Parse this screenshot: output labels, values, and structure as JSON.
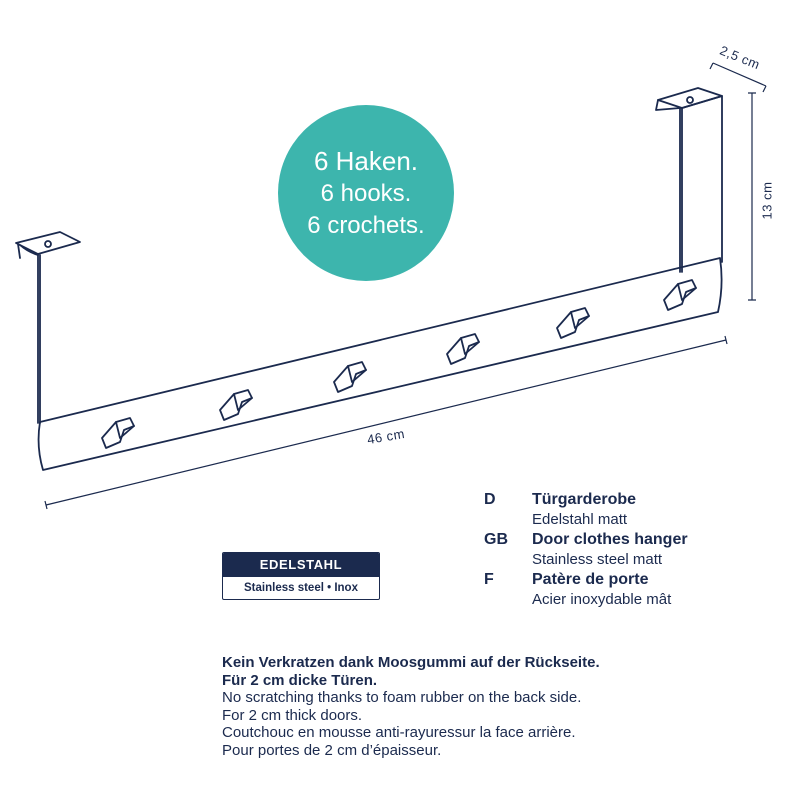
{
  "badge": {
    "line1": "6 Haken.",
    "line2": "6 hooks.",
    "line3": "6 crochets."
  },
  "dimensions": {
    "width": "46 cm",
    "depth": "2,5 cm",
    "height": "13 cm"
  },
  "languages": [
    {
      "code": "D",
      "title": "Türgarderobe",
      "subtitle": "Edelstahl matt"
    },
    {
      "code": "GB",
      "title": "Door clothes hanger",
      "subtitle": "Stainless steel matt"
    },
    {
      "code": "F",
      "title": "Patère de porte",
      "subtitle": "Acier inoxydable mât"
    }
  ],
  "material_label": {
    "top": "EDELSTAHL",
    "bottom": "Stainless steel • Inox"
  },
  "notes": {
    "bold1": "Kein Verkratzen dank Moosgummi auf der Rückseite.",
    "bold2": "Für 2 cm dicke Türen.",
    "line1": "No scratching thanks to foam rubber on the back side.",
    "line2": "For 2 cm thick doors.",
    "line3": "Coutchouc en mousse anti-rayuressur la face arrière.",
    "line4": "Pour portes de 2 cm d’épaisseur."
  },
  "colors": {
    "navy": "#1b2a4e",
    "teal": "#3db5ad"
  }
}
